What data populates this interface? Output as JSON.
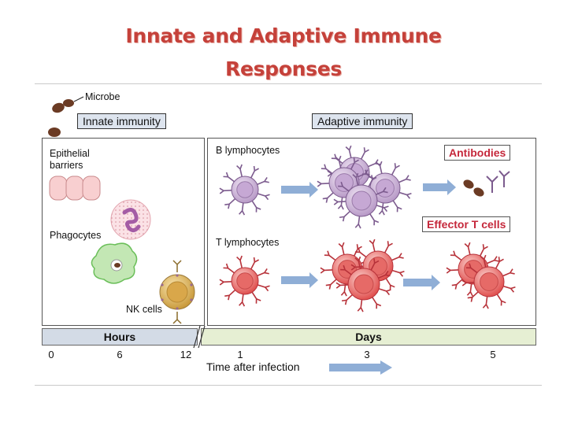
{
  "title": {
    "line1": "Innate and Adaptive Immune",
    "line2": "Responses"
  },
  "labels": {
    "microbe": "Microbe",
    "innate_immunity": "Innate immunity",
    "adaptive_immunity": "Adaptive immunity",
    "epithelial_barriers_1": "Epithelial",
    "epithelial_barriers_2": "barriers",
    "phagocytes": "Phagocytes",
    "nk_cells": "NK cells",
    "b_lymphocytes": "B lymphocytes",
    "t_lymphocytes": "T lymphocytes",
    "antibodies": "Antibodies",
    "effector_t_cells": "Effector T cells"
  },
  "timeline": {
    "hours_label": "Hours",
    "days_label": "Days",
    "ticks": [
      "0",
      "6",
      "12",
      "1",
      "3",
      "5"
    ],
    "axis_label": "Time after infection"
  },
  "colors": {
    "title": "#c5413a",
    "hours_bar": "#d3dbe6",
    "days_bar": "#e6efd3",
    "b_cell": "#cdb2d6",
    "t_cell": "#e86a6a",
    "arrow": "#8faed6",
    "highlight_text": "#c5283b"
  }
}
